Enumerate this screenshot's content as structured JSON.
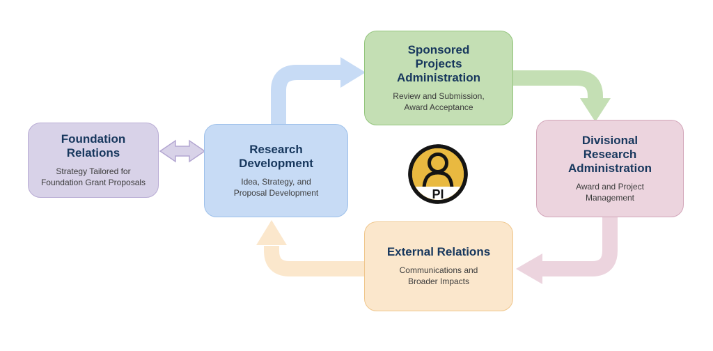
{
  "page": {
    "background": "#ffffff"
  },
  "diagram": {
    "type": "research-lifecycle-cycle-flow",
    "text_colors": {
      "title": "#17375d",
      "subtitle": "#3b3b3b"
    },
    "boxes": [
      {
        "id": "foundation-relations",
        "title": "Foundation Relations",
        "subtitle": "Strategy Tailored for Foundation Grant Proposals",
        "fill": "#d8d2e8",
        "border": "#b8abd4"
      },
      {
        "id": "research-development",
        "title": "Research Development",
        "subtitle": "Idea, Strategy, and Proposal Development",
        "fill": "#c7dbf5",
        "border": "#9dc0ea"
      },
      {
        "id": "sponsored-projects-administration",
        "title": "Sponsored Projects Administration",
        "subtitle": "Review and Submission, Award Acceptance",
        "fill": "#c4dfb4",
        "border": "#92c47b"
      },
      {
        "id": "divisional-research-administration",
        "title": "Divisional Research Administration",
        "subtitle": "Award and Project Management",
        "fill": "#ecd4de",
        "border": "#d2a5b9"
      },
      {
        "id": "external-relations",
        "title": "External Relations",
        "subtitle": "Communications and Broader Impacts",
        "fill": "#fbe7cc",
        "border": "#efc68c"
      }
    ],
    "arrows": [
      {
        "id": "foundation-research-two-way",
        "between": [
          "foundation-relations",
          "research-development"
        ],
        "double_headed": true,
        "color": "#d8d2e8",
        "outline": "#b3a6d1"
      },
      {
        "id": "research-to-sponsored",
        "from": "research-development",
        "to": "sponsored-projects-administration",
        "color": "#c7dbf5"
      },
      {
        "id": "sponsored-to-divisional",
        "from": "sponsored-projects-administration",
        "to": "divisional-research-administration",
        "color": "#c4dfb4"
      },
      {
        "id": "divisional-to-external",
        "from": "divisional-research-administration",
        "to": "external-relations",
        "color": "#ecd4de"
      },
      {
        "id": "external-to-research",
        "from": "external-relations",
        "to": "research-development",
        "color": "#fbe7cc"
      }
    ],
    "center_icon": {
      "label": "PI",
      "fill": "#e9b940",
      "outline": "#141414",
      "band": "#ffffff"
    }
  }
}
